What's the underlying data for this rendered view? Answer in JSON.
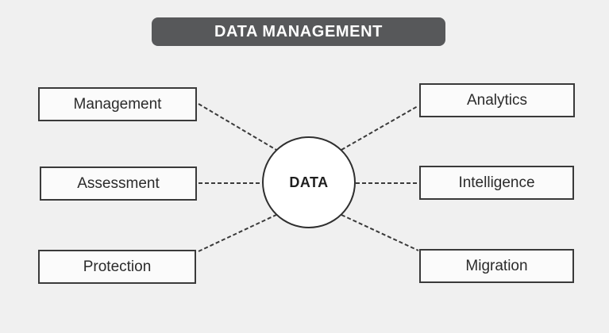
{
  "diagram": {
    "title": "DATA MANAGEMENT",
    "background_color": "#f0f0f0",
    "title_bar_color": "#57585a",
    "title_text_color": "#ffffff",
    "box_border_color": "#3a3a3a",
    "box_fill_color": "#fbfbfb",
    "connector_color": "#3a3a3a",
    "connector_style": "dashed"
  },
  "hub": {
    "label": "DATA",
    "shape": "circle",
    "fill_color": "#ffffff",
    "border_color": "#2f2f2f"
  },
  "nodes": {
    "left": [
      {
        "label": "Management"
      },
      {
        "label": "Assessment"
      },
      {
        "label": "Protection"
      }
    ],
    "right": [
      {
        "label": "Analytics"
      },
      {
        "label": "Intelligence"
      },
      {
        "label": "Migration"
      }
    ]
  }
}
